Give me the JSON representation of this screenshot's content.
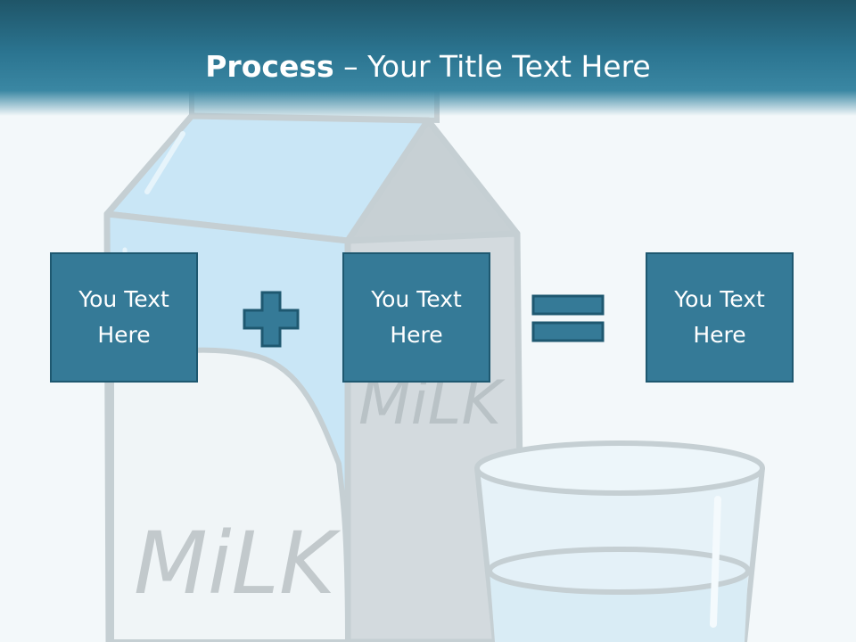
{
  "slide": {
    "title_bold": "Process",
    "title_separator": " – ",
    "title_rest": "Your Title Text Here",
    "boxes": [
      {
        "text": "You Text Here"
      },
      {
        "text": "You Text Here"
      },
      {
        "text": "You Text Here"
      }
    ],
    "background": {
      "carton_label_front": "MiLK",
      "carton_label_side": "MiLK"
    },
    "colors": {
      "box_fill": "#357a97",
      "box_border": "#1e5870",
      "title_bar": "#2b7490",
      "operator": "#357a97"
    }
  }
}
